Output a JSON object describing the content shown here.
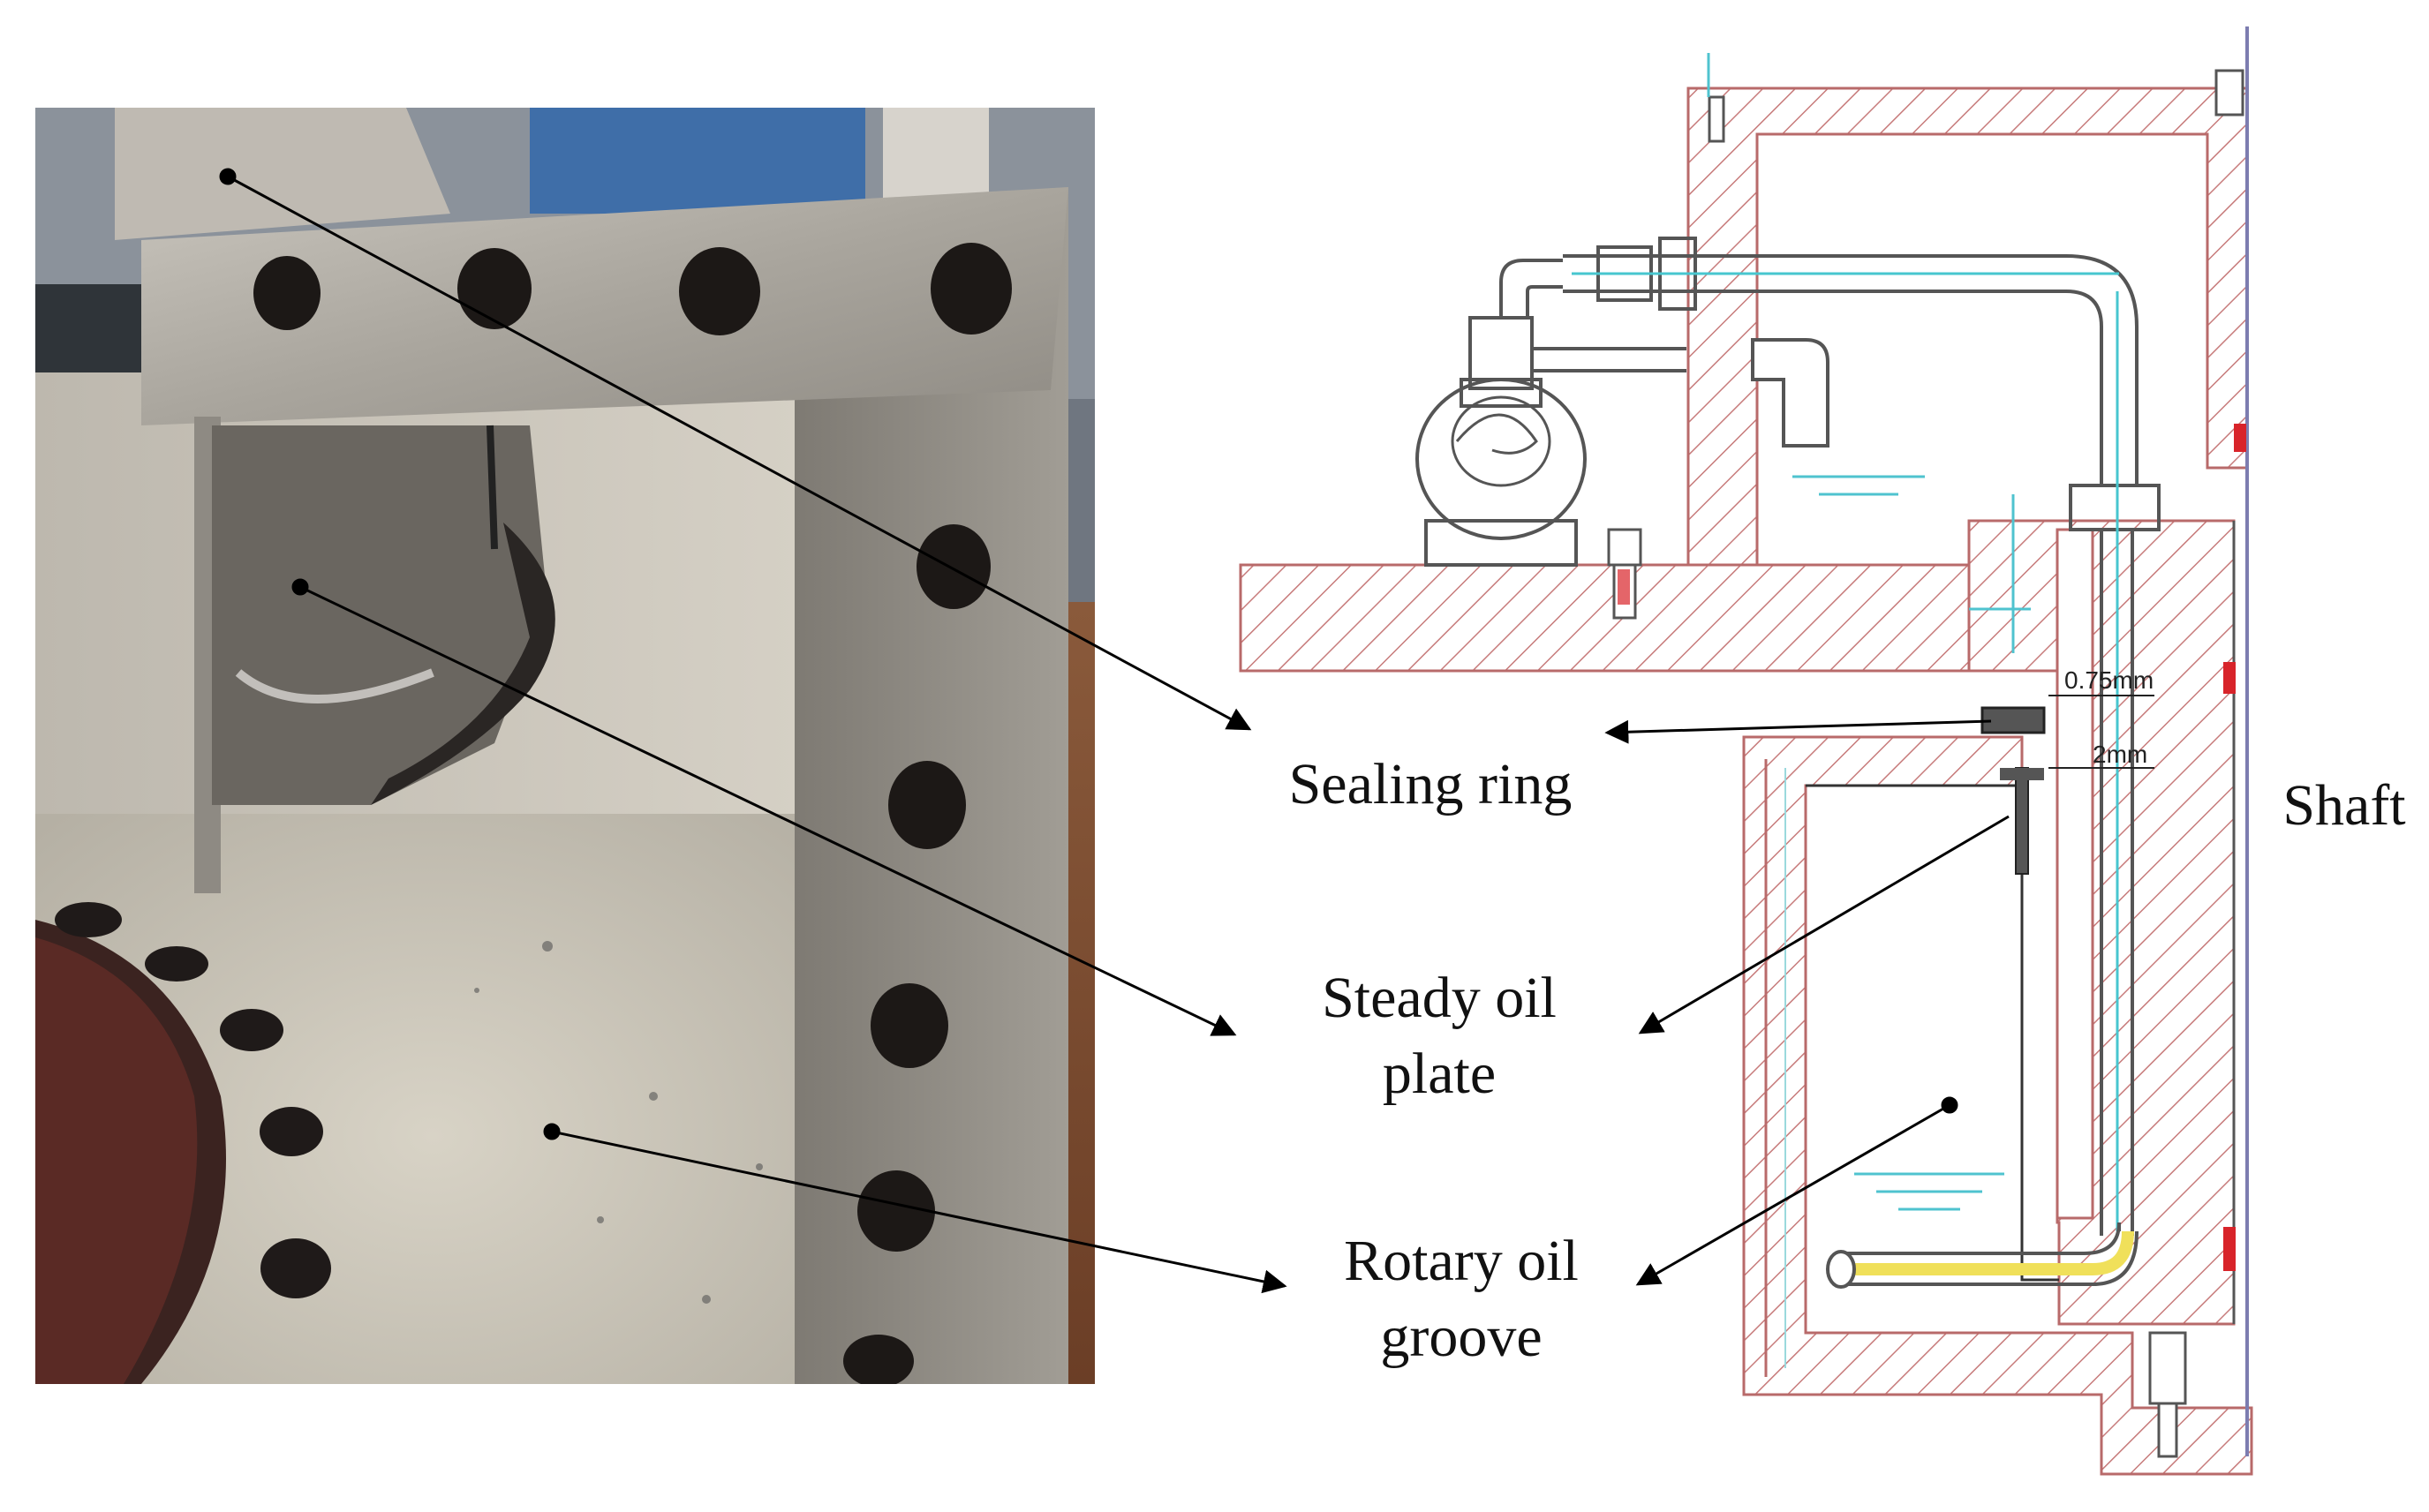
{
  "labels": {
    "sealing_ring": "Sealing ring",
    "steady_oil_plate": [
      "Steady oil",
      "plate"
    ],
    "rotary_oil_groove": [
      "Rotary oil",
      "groove"
    ],
    "shaft": "Shaft"
  },
  "dimensions": {
    "gap_upper": "0.75mm",
    "gap_lower": "2mm"
  },
  "colors": {
    "hatch": "#c77b7b",
    "pipe": "#47c6cf",
    "oil_line": "#4fc3cf",
    "leader": "#000000",
    "steel": "#9e9a94",
    "marker_red": "#d8242a"
  }
}
